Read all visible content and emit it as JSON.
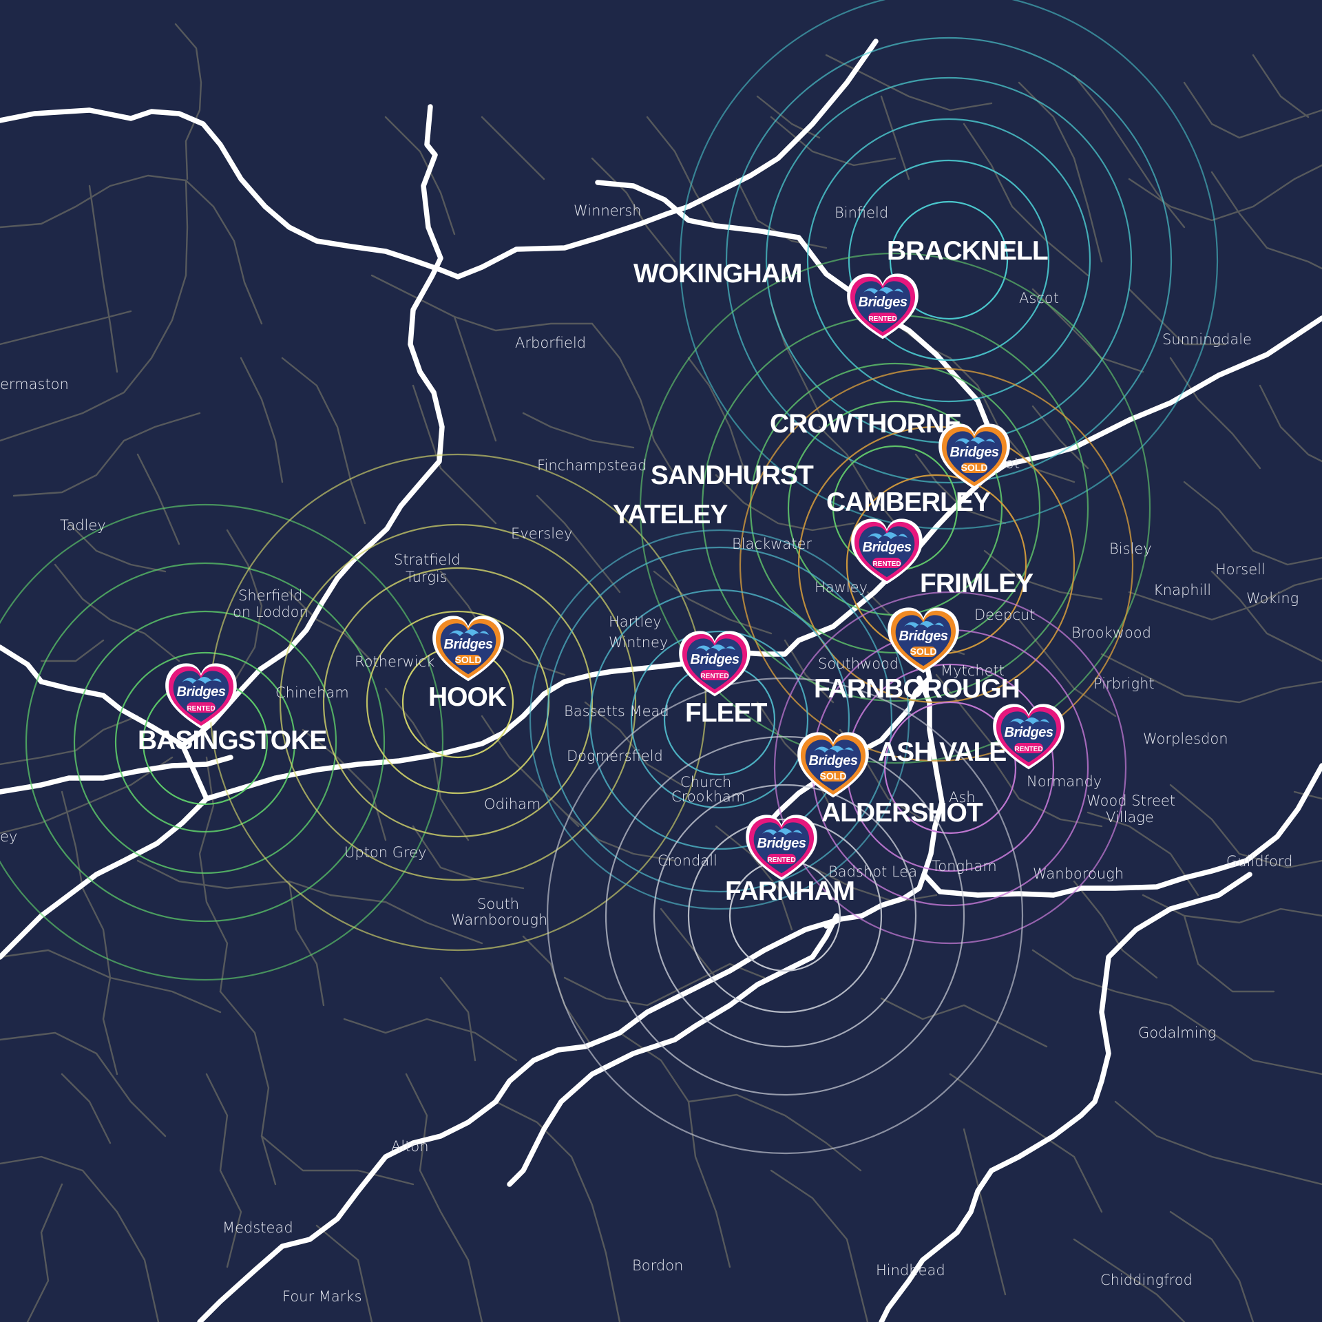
{
  "brand": {
    "name": "Bridges",
    "rented_color": "#e6177d",
    "sold_color": "#f08a24"
  },
  "towns": [
    {
      "id": "bracknell",
      "label": "BRACKNELL"
    },
    {
      "id": "wokingham",
      "label": "WOKINGHAM"
    },
    {
      "id": "crowthorne",
      "label": "CROWTHORNE"
    },
    {
      "id": "sandhurst",
      "label": "SANDHURST"
    },
    {
      "id": "camberley",
      "label": "CAMBERLEY"
    },
    {
      "id": "yateley",
      "label": "YATELEY"
    },
    {
      "id": "frimley",
      "label": "FRIMLEY"
    },
    {
      "id": "farnborough",
      "label": "FARNBOROUGH"
    },
    {
      "id": "fleet",
      "label": "FLEET"
    },
    {
      "id": "ash-vale",
      "label": "ASH VALE"
    },
    {
      "id": "aldershot",
      "label": "ALDERSHOT"
    },
    {
      "id": "farnham",
      "label": "FARNHAM"
    },
    {
      "id": "hook",
      "label": "HOOK"
    },
    {
      "id": "basingstoke",
      "label": "BASINGSTOKE"
    }
  ],
  "places": [
    {
      "id": "winnersh",
      "label": "Winnersh"
    },
    {
      "id": "binfield",
      "label": "Binfield"
    },
    {
      "id": "ascot",
      "label": "Ascot"
    },
    {
      "id": "arborfield",
      "label": "Arborfield"
    },
    {
      "id": "sunningdale",
      "label": "Sunningdale"
    },
    {
      "id": "aldermaston",
      "label": "ermaston"
    },
    {
      "id": "finchampstead",
      "label": "Finchampstead"
    },
    {
      "id": "tadley",
      "label": "Tadley"
    },
    {
      "id": "eversley",
      "label": "Eversley"
    },
    {
      "id": "blackwater",
      "label": "Blackwater"
    },
    {
      "id": "stratfield-1",
      "label": "Stratfield"
    },
    {
      "id": "stratfield-2",
      "label": "Turgis"
    },
    {
      "id": "bisley",
      "label": "Bisley"
    },
    {
      "id": "horsell",
      "label": "Horsell"
    },
    {
      "id": "sherfield-1",
      "label": "Sherfield"
    },
    {
      "id": "sherfield-2",
      "label": "on Loddon"
    },
    {
      "id": "hawley",
      "label": "Hawley"
    },
    {
      "id": "knaphill",
      "label": "Knaphill"
    },
    {
      "id": "woking",
      "label": "Woking"
    },
    {
      "id": "deepcut",
      "label": "Deepcut"
    },
    {
      "id": "hartley-1",
      "label": "Hartley"
    },
    {
      "id": "hartley-2",
      "label": "Wintney"
    },
    {
      "id": "brookwood",
      "label": "Brookwood"
    },
    {
      "id": "rotherwick",
      "label": "Rotherwick"
    },
    {
      "id": "southwood",
      "label": "Southwood"
    },
    {
      "id": "mytchett",
      "label": "Mytchett"
    },
    {
      "id": "pirbright",
      "label": "Pirbright"
    },
    {
      "id": "chineham",
      "label": "Chineham"
    },
    {
      "id": "bassetts-mead",
      "label": "Bassetts Mead"
    },
    {
      "id": "worplesdon",
      "label": "Worplesdon"
    },
    {
      "id": "dogmersfield",
      "label": "Dogmersfield"
    },
    {
      "id": "normandy",
      "label": "Normandy"
    },
    {
      "id": "church-1",
      "label": "Church"
    },
    {
      "id": "church-2",
      "label": "Crookham"
    },
    {
      "id": "ash",
      "label": "Ash"
    },
    {
      "id": "wood-street-1",
      "label": "Wood Street"
    },
    {
      "id": "wood-street-2",
      "label": "Village"
    },
    {
      "id": "odiham",
      "label": "Odiham"
    },
    {
      "id": "basingstoke-left",
      "label": "ey"
    },
    {
      "id": "upton-grey",
      "label": "Upton Grey"
    },
    {
      "id": "crondall",
      "label": "Crondall"
    },
    {
      "id": "guildford",
      "label": "Guildford"
    },
    {
      "id": "badshot-lea",
      "label": "Badshot Lea"
    },
    {
      "id": "tongham",
      "label": "Tongham"
    },
    {
      "id": "wanborough",
      "label": "Wanborough"
    },
    {
      "id": "south-warnborough-1",
      "label": "South"
    },
    {
      "id": "south-warnborough-2",
      "label": "Warnborough"
    },
    {
      "id": "godalming",
      "label": "Godalming"
    },
    {
      "id": "alton",
      "label": "Alton"
    },
    {
      "id": "medstead",
      "label": "Medstead"
    },
    {
      "id": "bordon",
      "label": "Bordon"
    },
    {
      "id": "hindhead",
      "label": "Hindhead"
    },
    {
      "id": "chiddingfrod",
      "label": "Chiddingfrod"
    },
    {
      "id": "four-marks",
      "label": "Four Marks"
    },
    {
      "id": "lightwater-stub",
      "label": "ot"
    }
  ],
  "badges": [
    {
      "id": "bracknell",
      "town": "BRACKNELL",
      "status": "RENTED"
    },
    {
      "id": "crowthorne",
      "town": "CROWTHORNE",
      "status": "SOLD"
    },
    {
      "id": "camberley",
      "town": "CAMBERLEY",
      "status": "RENTED"
    },
    {
      "id": "farnborough",
      "town": "FARNBOROUGH",
      "status": "SOLD"
    },
    {
      "id": "fleet",
      "town": "FLEET",
      "status": "RENTED"
    },
    {
      "id": "hook",
      "town": "HOOK",
      "status": "SOLD"
    },
    {
      "id": "basingstoke",
      "town": "BASINGSTOKE",
      "status": "RENTED"
    },
    {
      "id": "aldershot",
      "town": "ALDERSHOT",
      "status": "SOLD"
    },
    {
      "id": "ash-vale",
      "town": "ASH VALE",
      "status": "RENTED"
    },
    {
      "id": "farnham",
      "town": "FARNHAM",
      "status": "RENTED"
    }
  ],
  "ring_groups": [
    {
      "id": "bracknell",
      "color": "#4dd0d4",
      "rings": 4
    },
    {
      "id": "basingstoke",
      "color": "#5fcf6a",
      "rings": 4
    },
    {
      "id": "hook",
      "color": "#d5d66a",
      "rings": 4
    },
    {
      "id": "camberley",
      "color": "#62c96c",
      "rings": 4
    },
    {
      "id": "frimley",
      "color": "#d49b3c",
      "rings": 3
    },
    {
      "id": "fleet",
      "color": "#4fb7c8",
      "rings": 4
    },
    {
      "id": "ash-vale",
      "color": "#c77ad8",
      "rings": 4
    },
    {
      "id": "farnham",
      "color": "#c9ccd6",
      "rings": 4
    }
  ]
}
